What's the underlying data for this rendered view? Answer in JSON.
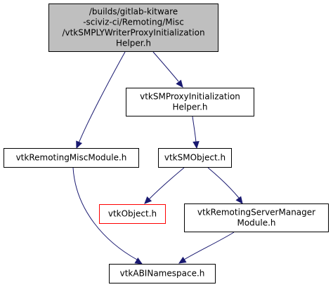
{
  "graph": {
    "node_fill": "#ffffff",
    "node_stroke": "#000000",
    "highlight_fill": "#bfbfbf",
    "missing_stroke": "#ff0000",
    "edge_color": "#191970",
    "nodes": [
      {
        "id": "writer_helper",
        "lines": [
          "/builds/gitlab-kitware",
          "-sciviz-ci/Remoting/Misc",
          "/vtkSMPLYWriterProxyInitialization",
          "Helper.h"
        ],
        "style": "highlight",
        "interactable": false
      },
      {
        "id": "proxy_init_helper",
        "lines": [
          "vtkSMProxyInitialization",
          "Helper.h"
        ],
        "style": "normal",
        "interactable": true
      },
      {
        "id": "remoting_misc_module",
        "lines": [
          "vtkRemotingMiscModule.h"
        ],
        "style": "normal",
        "interactable": true
      },
      {
        "id": "sm_object",
        "lines": [
          "vtkSMObject.h"
        ],
        "style": "normal",
        "interactable": true
      },
      {
        "id": "vtk_object",
        "lines": [
          "vtkObject.h"
        ],
        "style": "missing",
        "interactable": false
      },
      {
        "id": "server_manager_module",
        "lines": [
          "vtkRemotingServerManager",
          "Module.h"
        ],
        "style": "normal",
        "interactable": true
      },
      {
        "id": "abi_namespace",
        "lines": [
          "vtkABINamespace.h"
        ],
        "style": "normal",
        "interactable": true
      }
    ],
    "edges": [
      {
        "from": "writer_helper",
        "to": "remoting_misc_module"
      },
      {
        "from": "writer_helper",
        "to": "proxy_init_helper"
      },
      {
        "from": "proxy_init_helper",
        "to": "sm_object"
      },
      {
        "from": "remoting_misc_module",
        "to": "abi_namespace"
      },
      {
        "from": "sm_object",
        "to": "vtk_object"
      },
      {
        "from": "sm_object",
        "to": "server_manager_module"
      },
      {
        "from": "server_manager_module",
        "to": "abi_namespace"
      }
    ]
  }
}
